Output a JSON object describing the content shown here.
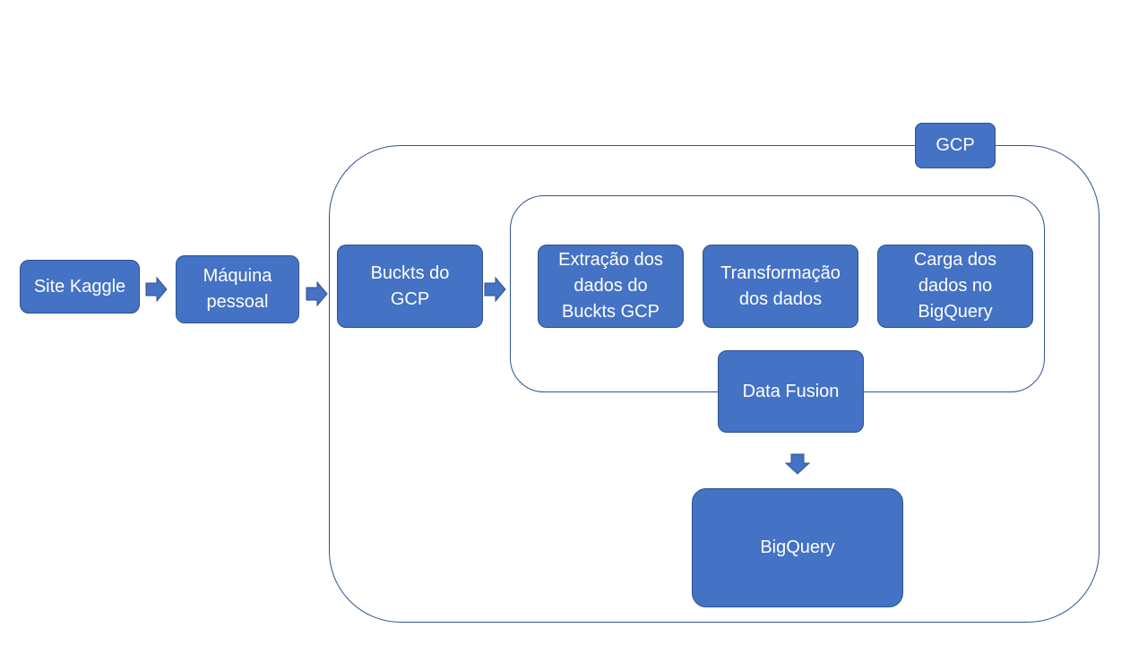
{
  "diagram": {
    "nodes": {
      "site_kaggle": "Site Kaggle",
      "maquina_pessoal": "Máquina\npessoal",
      "buckets_gcp": "Buckts do\nGCP",
      "extracao": "Extração dos\ndados do\nBuckts GCP",
      "transformacao": "Transformação\ndos dados",
      "carga": "Carga dos\ndados no\nBigQuery",
      "data_fusion": "Data Fusion",
      "bigquery": "BigQuery"
    },
    "gcp_label": "GCP",
    "colors": {
      "node_fill": "#4472c4",
      "node_border": "#2f528f",
      "text": "#ffffff"
    },
    "edges": [
      {
        "from": "site_kaggle",
        "to": "maquina_pessoal",
        "type": "block-arrow-right"
      },
      {
        "from": "maquina_pessoal",
        "to": "buckets_gcp",
        "type": "block-arrow-right"
      },
      {
        "from": "buckets_gcp",
        "to": "data_fusion_pipeline",
        "type": "block-arrow-right"
      },
      {
        "from": "data_fusion",
        "to": "bigquery",
        "type": "block-arrow-down"
      }
    ]
  }
}
